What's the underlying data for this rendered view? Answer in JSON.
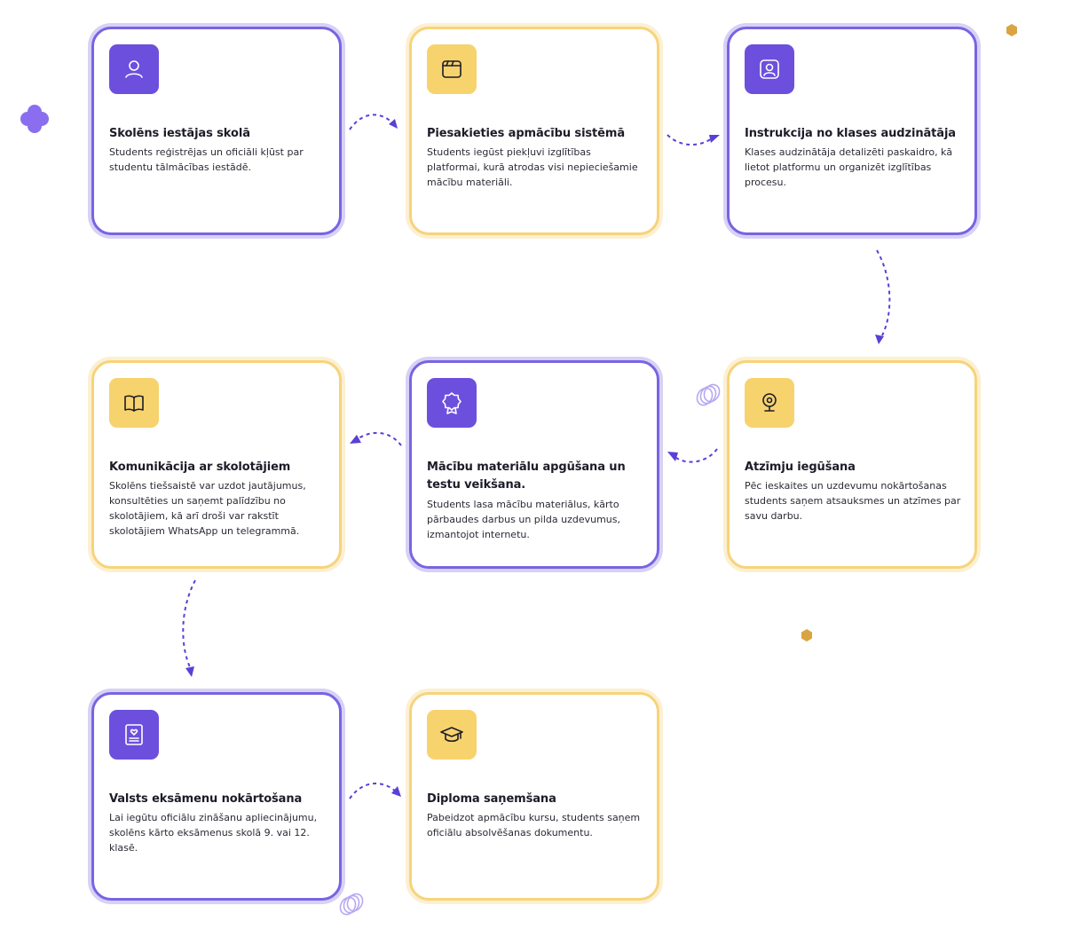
{
  "steps": [
    {
      "title": "Skolēns iestājas skolā",
      "description": "Students reģistrējas un oficiāli kļūst par studentu tālmācības iestādē.",
      "icon": "user-icon",
      "theme": "purple"
    },
    {
      "title": "Piesakieties apmācību sistēmā",
      "description": "Students iegūst piekļuvi izglītības platformai, kurā atrodas visi nepieciešamie mācību materiāli.",
      "icon": "browser-window-icon",
      "theme": "yellow"
    },
    {
      "title": "Instrukcija no klases audzinātāja",
      "description": "Klases audzinātāja detalizēti paskaidro, kā lietot platformu un organizēt izglītības procesu.",
      "icon": "teacher-profile-icon",
      "theme": "purple"
    },
    {
      "title": "Atzīmju iegūšana",
      "description": "Pēc ieskaites un uzdevumu nokārtošanas students saņem atsauksmes un atzīmes par savu darbu.",
      "icon": "webcam-icon",
      "theme": "yellow"
    },
    {
      "title": "Mācību materiālu apgūšana un testu veikšana.",
      "description": "Students lasa mācību materiālus, kārto pārbaudes darbus un pilda uzdevumus, izmantojot internetu.",
      "icon": "award-badge-icon",
      "theme": "purple"
    },
    {
      "title": "Komunikācija ar skolotājiem",
      "description": "Skolēns tiešsaistē var uzdot jautājumus, konsultēties un saņemt palīdzību no skolotājiem, kā arī droši var rakstīt skolotājiem WhatsApp un telegrammā.",
      "icon": "open-book-icon",
      "theme": "yellow"
    },
    {
      "title": "Valsts eksāmenu nokārtošana",
      "description": "Lai iegūtu oficiālu zināšanu apliecinājumu, skolēns kārto eksāmenus skolā 9. vai 12. klasē.",
      "icon": "certificate-heart-icon",
      "theme": "purple"
    },
    {
      "title": "Diploma saņemšana",
      "description": "Pabeidzot apmācību kursu, students saņem oficiālu absolvēšanas dokumentu.",
      "icon": "graduation-cap-icon",
      "theme": "yellow"
    }
  ],
  "colors": {
    "purple_accent": "#6d4fde",
    "purple_border": "#7a63e2",
    "yellow_accent": "#f7d36e",
    "yellow_border": "#f7d37a",
    "arrow": "#5b3fd6",
    "deco_orange": "#d9a441"
  }
}
